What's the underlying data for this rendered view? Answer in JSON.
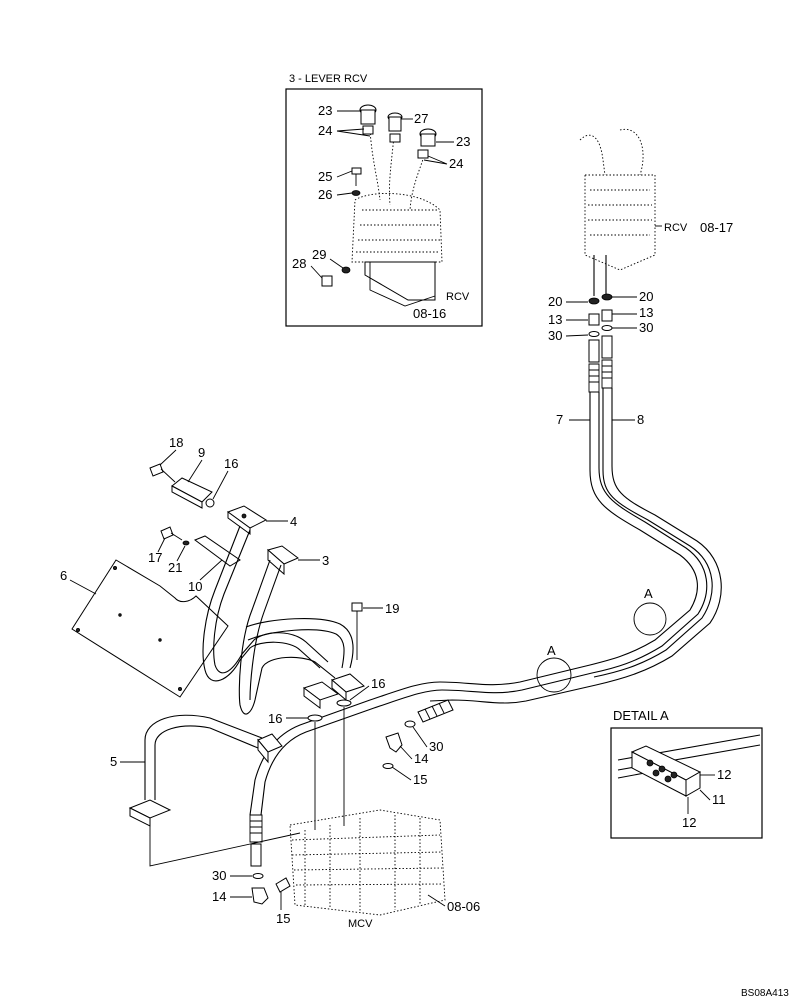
{
  "detail_box": {
    "title": "3 - LEVER RCV",
    "rcv_label": "RCV",
    "ref": "08-16",
    "parts": [
      "23",
      "24",
      "27",
      "23",
      "24",
      "25",
      "26",
      "29",
      "28"
    ]
  },
  "rcv_right": {
    "label": "RCV",
    "ref": "08-17"
  },
  "mcv": {
    "label": "MCV",
    "ref": "08-06"
  },
  "detail_a": {
    "title": "DETAIL  A",
    "parts": [
      "12",
      "11",
      "12"
    ]
  },
  "section_marks": [
    "A",
    "A"
  ],
  "callouts": [
    "20",
    "20",
    "13",
    "13",
    "30",
    "30",
    "7",
    "8",
    "18",
    "9",
    "16",
    "4",
    "17",
    "21",
    "3",
    "6",
    "10",
    "19",
    "16",
    "16",
    "5",
    "30",
    "14",
    "15",
    "30",
    "14",
    "15"
  ],
  "drawing_id": "BS08A413"
}
